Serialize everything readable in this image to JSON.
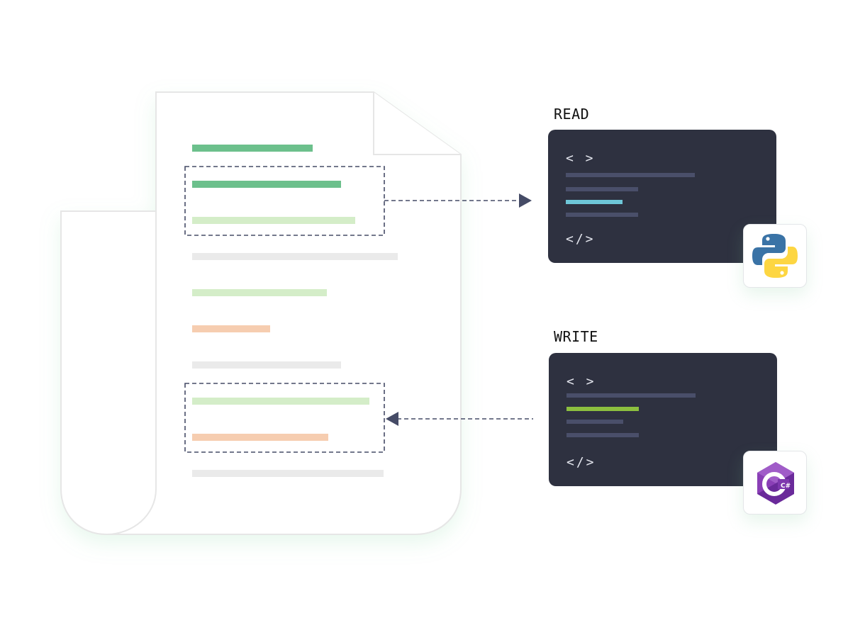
{
  "read": {
    "label": "READ",
    "open_tag": "< >",
    "close_tag": "</>",
    "language_icon": "python-logo-icon",
    "highlight_color": "#6ec6d8"
  },
  "write": {
    "label": "WRITE",
    "open_tag": "< >",
    "close_tag": "</>",
    "language_icon": "csharp-logo-icon",
    "highlight_color": "#8cbf3f",
    "csharp_logo_text": "C#"
  },
  "document": {
    "line_colors": {
      "dark_green": "#6cc08c",
      "light_green": "#d4edc8",
      "gray": "#eaeaea",
      "peach": "#f6cdb0"
    }
  },
  "colors": {
    "code_card": "#2e3140",
    "code_line": "#4a4f6a",
    "arrow": "#454b66"
  }
}
